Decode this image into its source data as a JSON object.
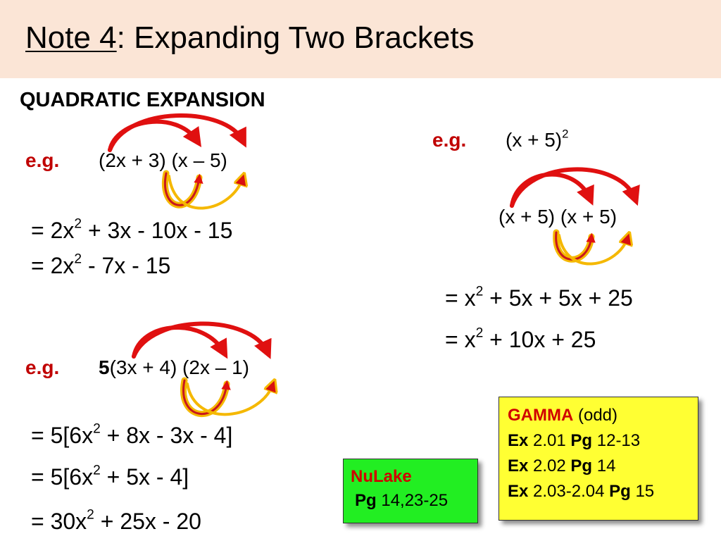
{
  "title": {
    "note_label": "Note 4",
    "rest": ":  Expanding Two Brackets"
  },
  "subtitle": "QUADRATIC EXPANSION",
  "example1": {
    "eg": "e.g.",
    "expression": "(2x + 3) (x – 5)",
    "steps": [
      {
        "pre": "= 2x",
        "sup": "2",
        "post": " + 3x  - 10x  - 15"
      },
      {
        "pre": "= 2x",
        "sup": "2",
        "post": " - 7x - 15"
      }
    ]
  },
  "example2": {
    "eg": "e.g.",
    "coef": "5",
    "expression": "(3x + 4) (2x – 1)",
    "steps": [
      {
        "pre": "= 5[6x",
        "sup": "2",
        "post": " + 8x  - 3x  - 4]"
      },
      {
        "pre": "= 5[6x",
        "sup": "2",
        "post": " + 5x  - 4]"
      },
      {
        "pre": "= 30x",
        "sup": "2",
        "post": " + 25x - 20"
      }
    ]
  },
  "example3": {
    "eg": "e.g.",
    "expression_base": "(x + 5)",
    "expression_sup": "2",
    "expanded": "(x + 5) (x + 5)",
    "steps": [
      {
        "pre": "= x",
        "sup": "2",
        "post": " + 5x  + 5x + 25"
      },
      {
        "pre": "= x",
        "sup": "2",
        "post": " + 10x + 25"
      }
    ]
  },
  "nulake": {
    "name": "NuLake",
    "pg_label": "Pg",
    "pg_value": " 14,23-25"
  },
  "gamma": {
    "name": "GAMMA",
    "note": " (odd)",
    "lines": [
      {
        "ex_label": "Ex",
        "ex_value": " 2.01  ",
        "pg_label": "Pg",
        "pg_value": " 12-13"
      },
      {
        "ex_label": "Ex",
        "ex_value": " 2.02  ",
        "pg_label": "Pg",
        "pg_value": " 14"
      },
      {
        "ex_label": "Ex",
        "ex_value": " 2.03-2.04  ",
        "pg_label": "Pg",
        "pg_value": " 15"
      }
    ]
  },
  "colors": {
    "title_band": "#fbe5d6",
    "eg_red": "#c00000",
    "arrow_red": "#e01010",
    "arrow_yellow": "#f5b800",
    "nulake_bg": "#22ee22",
    "gamma_bg": "#ffff33"
  }
}
